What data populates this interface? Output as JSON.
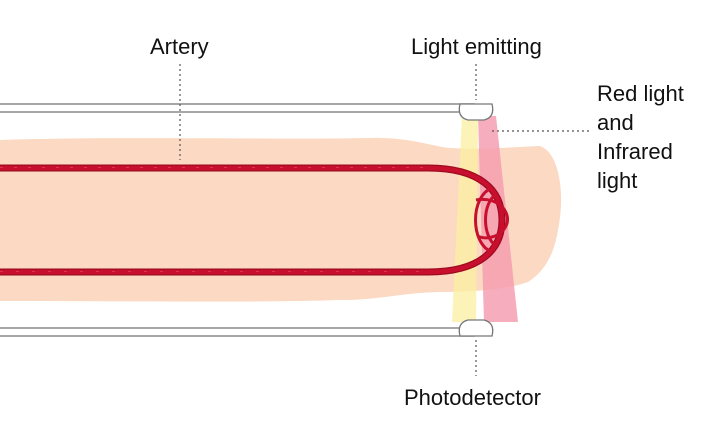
{
  "labels": {
    "artery": "Artery",
    "light_emitting": "Light emitting",
    "photodetector": "Photodetector",
    "red_infrared": "Red light\nand\nInfrared\nlight"
  },
  "colors": {
    "skin": "#FCD9C2",
    "artery": "#C8102E",
    "artery_dark": "#9E0A22",
    "red_beam": "#F49AAE",
    "ir_beam": "#FBEFA0",
    "clip_stroke": "#888888",
    "leader_line": "#555555"
  }
}
